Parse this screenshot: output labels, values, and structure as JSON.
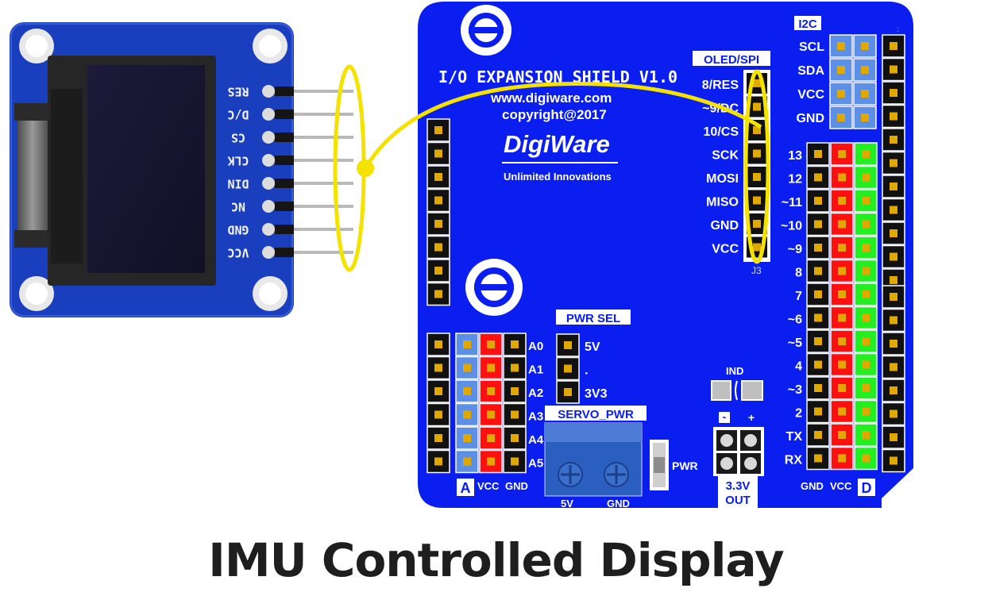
{
  "caption": "IMU Controlled Display",
  "oled_module": {
    "pins": [
      "RES",
      "D/C",
      "CS",
      "CLK",
      "DIN",
      "NC",
      "GND",
      "VCC"
    ]
  },
  "shield": {
    "title": "I/O EXPANSION SHIELD V1.0",
    "website": "www.digiware.com",
    "copyright": "copyright@2017",
    "logo_text": "DigiWare",
    "tagline": "Unlimited Innovations",
    "i2c": {
      "header": "I2C",
      "pins": [
        "SCL",
        "SDA",
        "VCC",
        "GND"
      ]
    },
    "oled_spi": {
      "header": "OLED/SPI",
      "pins": [
        "8/RES",
        "~9/DC",
        "10/CS",
        "SCK",
        "MOSI",
        "MISO",
        "GND",
        "VCC"
      ],
      "connector_label": "J3"
    },
    "digital": {
      "pins": [
        "13",
        "12",
        "~11",
        "~10",
        "~9",
        "8",
        "7",
        "~6",
        "~5",
        "4",
        "~3",
        "2",
        "TX",
        "RX"
      ],
      "footer_gnd": "GND",
      "footer_vcc": "VCC",
      "footer_tag": "D"
    },
    "analog": {
      "pins": [
        "A0",
        "A1",
        "A2",
        "A3",
        "A4",
        "A5"
      ],
      "footer_tag": "A",
      "footer_vcc": "VCC",
      "footer_gnd": "GND"
    },
    "pwr_sel": {
      "header": "PWR SEL",
      "labels": [
        "5V",
        ".",
        "3V3"
      ]
    },
    "servo_pwr": {
      "header": "SERVO_PWR",
      "terminals": [
        "5V",
        "GND"
      ],
      "switch_label": "PWR"
    },
    "ind_label": "IND",
    "out_header": {
      "minus": "-",
      "plus": "+",
      "label_line1": "3.3V",
      "label_line2": "OUT"
    },
    "corner_mark": "1"
  },
  "colors": {
    "board": "#0a1ef0",
    "highlight": "#f4e200",
    "gnd_rail": "#111111",
    "vcc_rail": "#ff1010",
    "signal_digital": "#22ee22",
    "signal_analog": "#5c8fe6",
    "pad": "#e0a800",
    "oled_pcb": "#1a3fbe"
  }
}
